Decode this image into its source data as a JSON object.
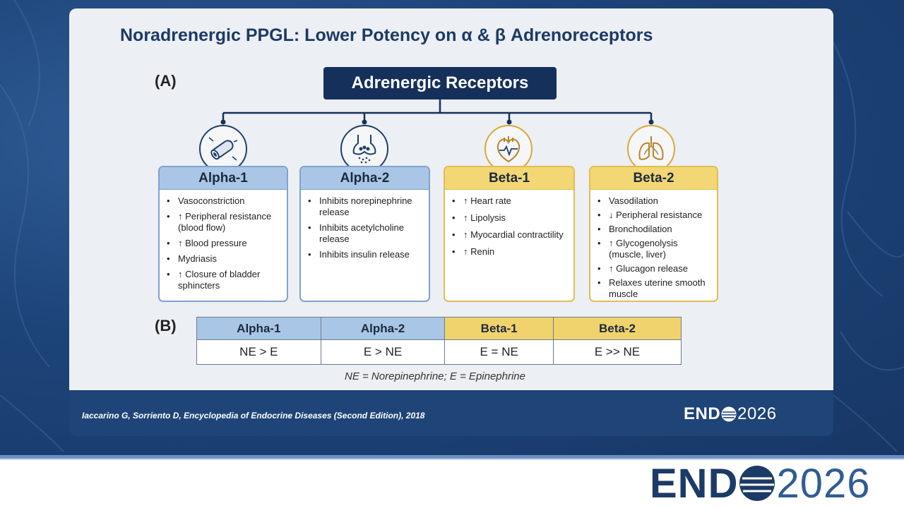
{
  "slide": {
    "title": "Noradrenergic PPGL: Lower Potency on α & β Adrenoreceptors",
    "panel_a_label": "(A)",
    "panel_b_label": "(B)",
    "root_label": "Adrenergic Receptors",
    "receptors": [
      {
        "name": "Alpha-1",
        "icon": "blood-vessel-constriction-icon",
        "color": "#a9c6e6",
        "effects": [
          "Vasoconstriction",
          "↑ Peripheral resistance (blood flow)",
          "↑ Blood pressure",
          "Mydriasis",
          "↑ Closure of bladder sphincters"
        ]
      },
      {
        "name": "Alpha-2",
        "icon": "synapse-icon",
        "color": "#a9c6e6",
        "effects": [
          "Inhibits norepinephrine release",
          "Inhibits acetylcholine release",
          "Inhibits insulin release"
        ]
      },
      {
        "name": "Beta-1",
        "icon": "heart-icon",
        "color": "#f2d774",
        "effects": [
          "↑ Heart rate",
          "↑ Lipolysis",
          "↑ Myocardial contractility",
          "↑ Renin"
        ]
      },
      {
        "name": "Beta-2",
        "icon": "lungs-icon",
        "color": "#f2d774",
        "effects": [
          "Vasodilation",
          "↓ Peripheral resistance",
          "Bronchodilation",
          "↑ Glycogenolysis (muscle, liver)",
          "↑ Glucagon release",
          "Relaxes uterine smooth muscle"
        ]
      }
    ],
    "potency_table": {
      "headers": [
        "Alpha-1",
        "Alpha-2",
        "Beta-1",
        "Beta-2"
      ],
      "values": [
        "NE > E",
        "E > NE",
        "E = NE",
        "E >> NE"
      ]
    },
    "footnote": "NE = Norepinephrine; E = Epinephrine",
    "citation": "Iaccarino G, Sorriento D, Encyclopedia of Endocrine Diseases (Second Edition), 2018",
    "logo_bold": "END",
    "logo_year": "2026"
  },
  "footer": {
    "logo_bold": "END",
    "logo_year": "2026"
  },
  "colors": {
    "navy": "#15305a",
    "alpha_blue": "#a9c6e6",
    "beta_gold": "#f2d774",
    "background_blue": "#1e4478"
  }
}
